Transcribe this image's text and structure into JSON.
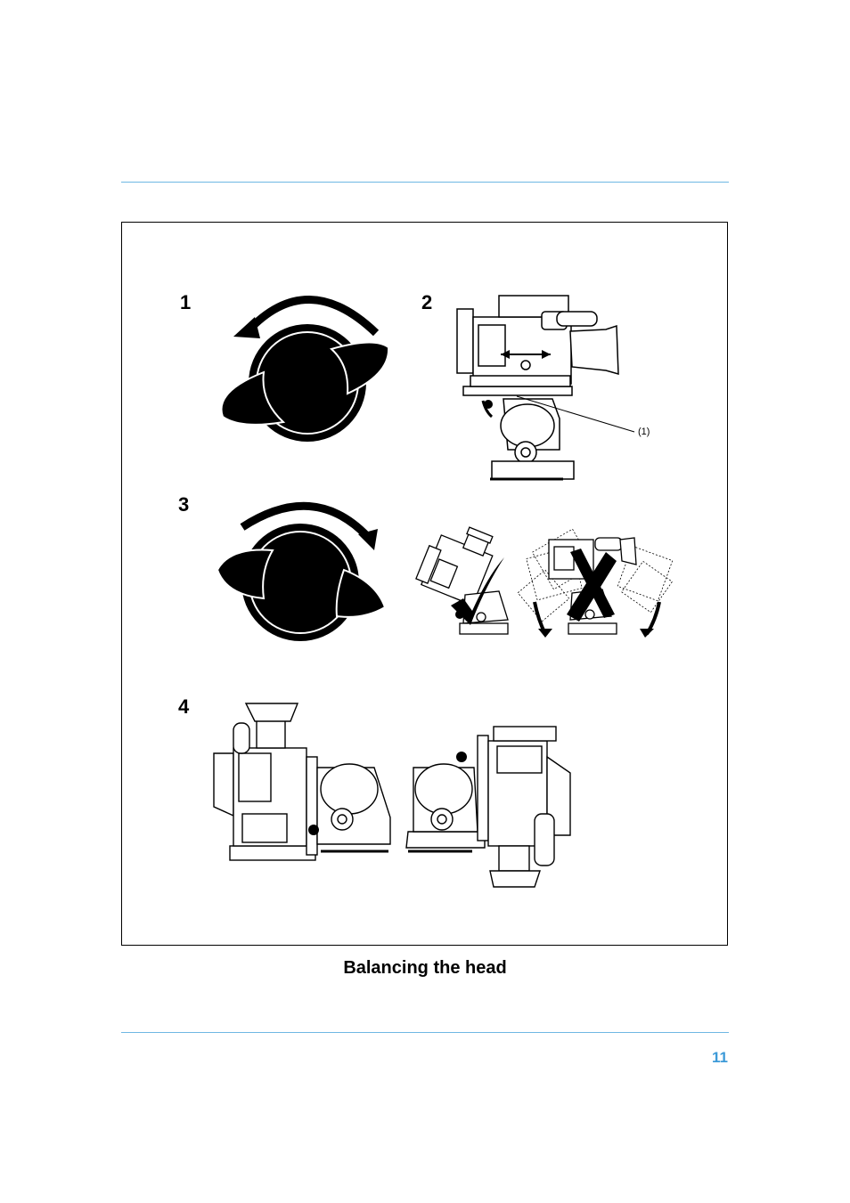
{
  "figure": {
    "steps": [
      {
        "number": "1"
      },
      {
        "number": "2",
        "callout": "(1)"
      },
      {
        "number": "3"
      },
      {
        "number": "4"
      }
    ]
  },
  "caption": "Balancing the head",
  "page_number": "11",
  "colors": {
    "rule": "#6fb7e3",
    "page_number": "#3d9ad8",
    "ink": "#000000"
  }
}
